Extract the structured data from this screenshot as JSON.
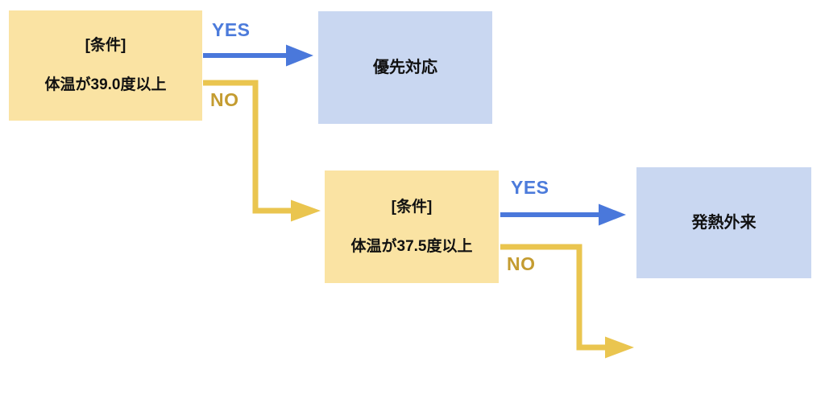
{
  "colors": {
    "yellow_box": "#FAE3A3",
    "blue_box": "#C9D7F1",
    "blue_arrow": "#4A78DB",
    "yellow_arrow": "#EAC54F",
    "yes_label": "#4C7BDB",
    "no_label": "#C49C31",
    "node_text": "#111111",
    "canvas_bg": "#FFFFFF"
  },
  "diagram": {
    "type": "flowchart",
    "nodes": {
      "condition1": {
        "kind": "condition",
        "line1": "[条件]",
        "line2": "体温が39.0度以上"
      },
      "outcome1": {
        "kind": "outcome",
        "label": "優先対応"
      },
      "condition2": {
        "kind": "condition",
        "line1": "[条件]",
        "line2": "体温が37.5度以上"
      },
      "outcome2": {
        "kind": "outcome",
        "label": "発熱外来"
      }
    },
    "edges": {
      "c1_yes": {
        "label": "YES",
        "from": "condition1",
        "to": "outcome1"
      },
      "c1_no": {
        "label": "NO",
        "from": "condition1",
        "to": "condition2"
      },
      "c2_yes": {
        "label": "YES",
        "from": "condition2",
        "to": "outcome2"
      },
      "c2_no": {
        "label": "NO",
        "from": "condition2",
        "to": "offscreen-right"
      }
    }
  }
}
